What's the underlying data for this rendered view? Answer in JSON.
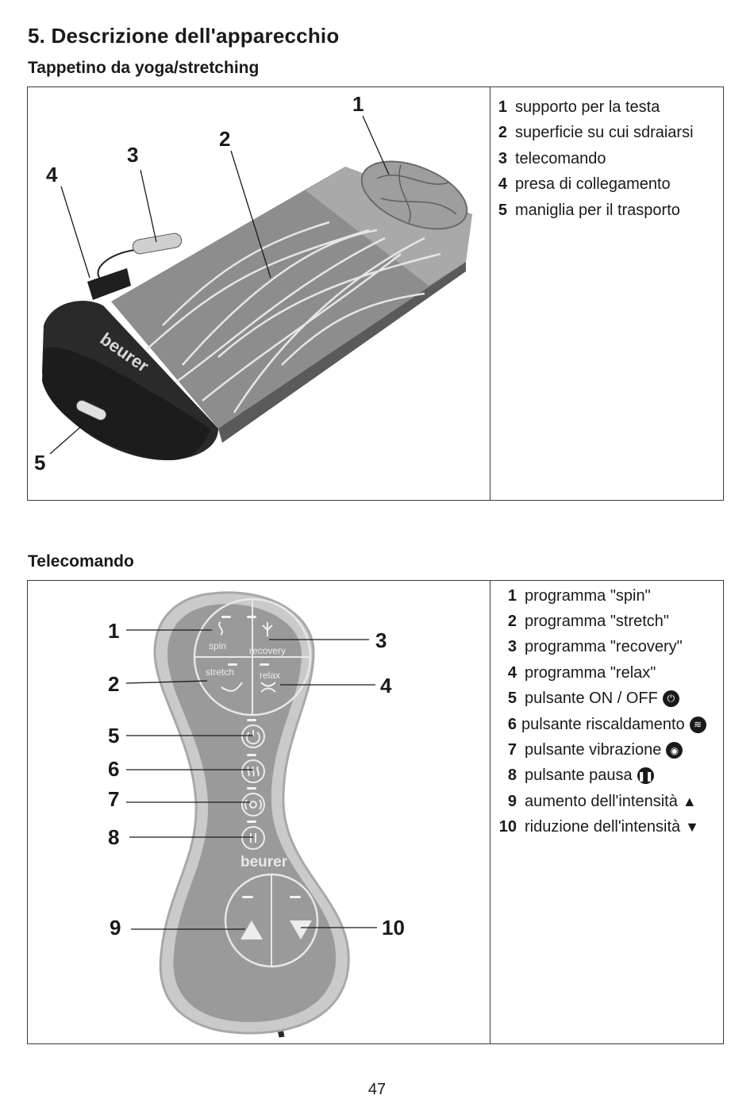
{
  "section_title": "5. Descrizione dell'apparecchio",
  "mat": {
    "heading": "Tappetino da yoga/stretching",
    "brand_logo": "beurer",
    "callouts": [
      "1",
      "2",
      "3",
      "4",
      "5"
    ],
    "legend": [
      {
        "num": "1",
        "text": "supporto per la testa"
      },
      {
        "num": "2",
        "text": "superficie su cui sdraiarsi"
      },
      {
        "num": "3",
        "text": "telecomando"
      },
      {
        "num": "4",
        "text": "presa di collegamento"
      },
      {
        "num": "5",
        "text": "maniglia per il trasporto"
      }
    ]
  },
  "remote": {
    "heading": "Telecomando",
    "brand_logo": "beurer",
    "program_labels": [
      "spin",
      "recovery",
      "stretch",
      "relax"
    ],
    "callouts": [
      "1",
      "2",
      "3",
      "4",
      "5",
      "6",
      "7",
      "8",
      "9",
      "10"
    ],
    "legend": [
      {
        "num": "1",
        "text": "programma \"spin\""
      },
      {
        "num": "2",
        "text": "programma \"stretch\""
      },
      {
        "num": "3",
        "text": "programma \"recovery\""
      },
      {
        "num": "4",
        "text": "programma \"relax\""
      },
      {
        "num": "5",
        "text": "pulsante ON / OFF",
        "icon": "power-icon"
      },
      {
        "num": "6",
        "text": "pulsante riscaldamento",
        "icon": "heat-icon"
      },
      {
        "num": "7",
        "text": "pulsante vibrazione",
        "icon": "vibration-icon"
      },
      {
        "num": "8",
        "text": "pulsante pausa",
        "icon": "pause-icon"
      },
      {
        "num": "9",
        "text": "aumento dell'intensità",
        "icon": "triangle-up-icon"
      },
      {
        "num": "10",
        "text": "riduzione dell'intensità",
        "icon": "triangle-down-icon"
      }
    ]
  },
  "page_number": "47"
}
